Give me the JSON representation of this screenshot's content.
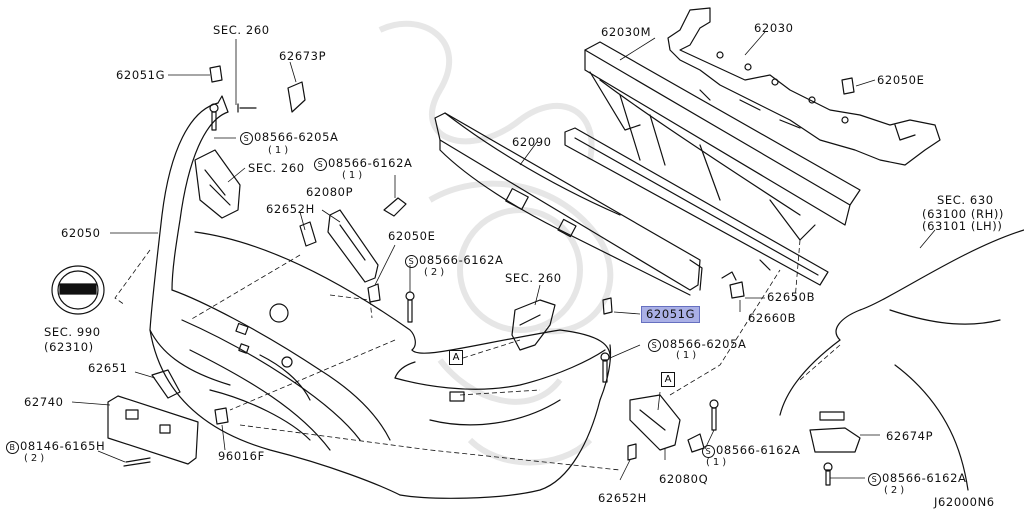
{
  "diagram": {
    "code": "J62000N6",
    "labels": {
      "sec260_top": "SEC. 260",
      "p62673P": "62673P",
      "p62051G_tl": "62051G",
      "s08566_6205A_top": "08566-6205A",
      "s08566_6205A_top_qty": "(1)",
      "sec260_mid": "SEC. 260",
      "s08566_6162A_a": "08566-6162A",
      "s08566_6162A_a_qty": "(1)",
      "p62080P": "62080P",
      "p62652H_a": "62652H",
      "p62050": "62050",
      "p62050E_a": "62050E",
      "s08566_6162A_b": "08566-6162A",
      "s08566_6162A_b_qty": "(2)",
      "sec990": "SEC. 990",
      "sec990_sub": "(62310)",
      "p62651": "62651",
      "p62740": "62740",
      "b08146_6165H": "08146-6165H",
      "b08146_6165H_qty": "(2)",
      "p96016F": "96016F",
      "p62030M": "62030M",
      "p62030": "62030",
      "p62050E_b": "62050E",
      "p62090": "62090",
      "sec260_right": "SEC. 260",
      "p62051G_hl": "62051G",
      "p62650B": "62650B",
      "p62660B": "62660B",
      "s08566_6205A_mid": "08566-6205A",
      "s08566_6205A_mid_qty": "(1)",
      "s08566_6162A_c": "08566-6162A",
      "s08566_6162A_c_qty": "(1)",
      "p62080Q": "62080Q",
      "p62652H_b": "62652H",
      "sec630": "SEC. 630",
      "sec630_a": "(63100 (RH))",
      "sec630_b": "(63101 (LH))",
      "p62674P": "62674P",
      "s08566_6162A_d": "08566-6162A",
      "s08566_6162A_d_qty": "(2)",
      "ref_a1": "A",
      "ref_a2": "A",
      "s_symbol": "S",
      "b_symbol": "B"
    },
    "highlight_color": "#aab0e6"
  }
}
